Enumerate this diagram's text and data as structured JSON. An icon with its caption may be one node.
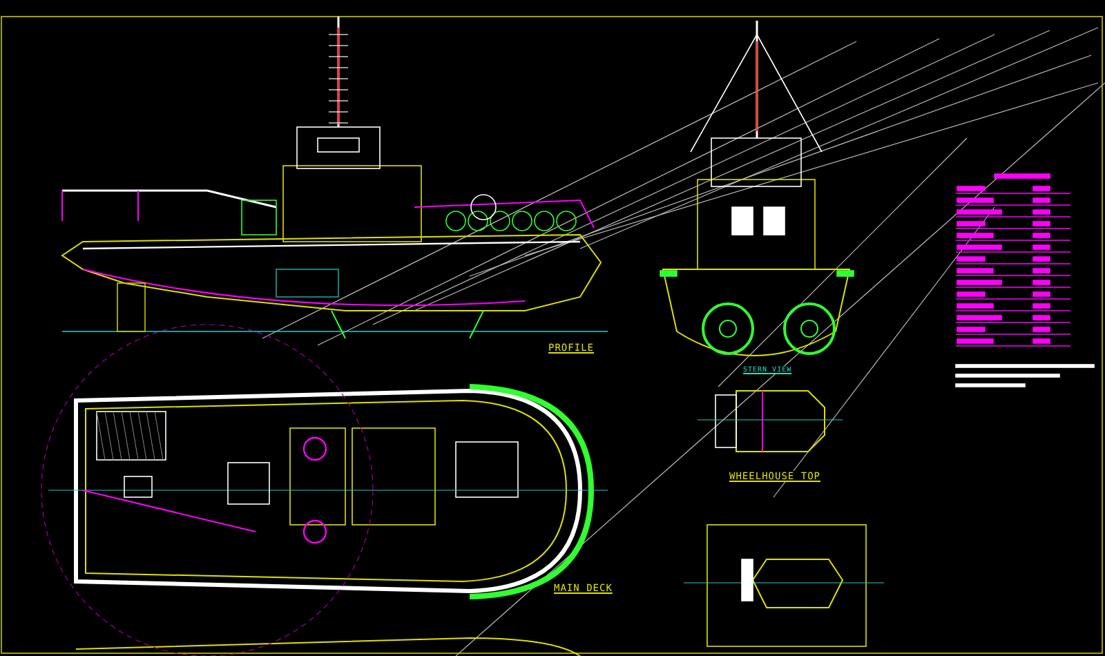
{
  "diagram": {
    "labels": [
      "PROFILE",
      "STERN VIEW",
      "WHEELHOUSE TOP",
      "MAIN DECK"
    ]
  }
}
